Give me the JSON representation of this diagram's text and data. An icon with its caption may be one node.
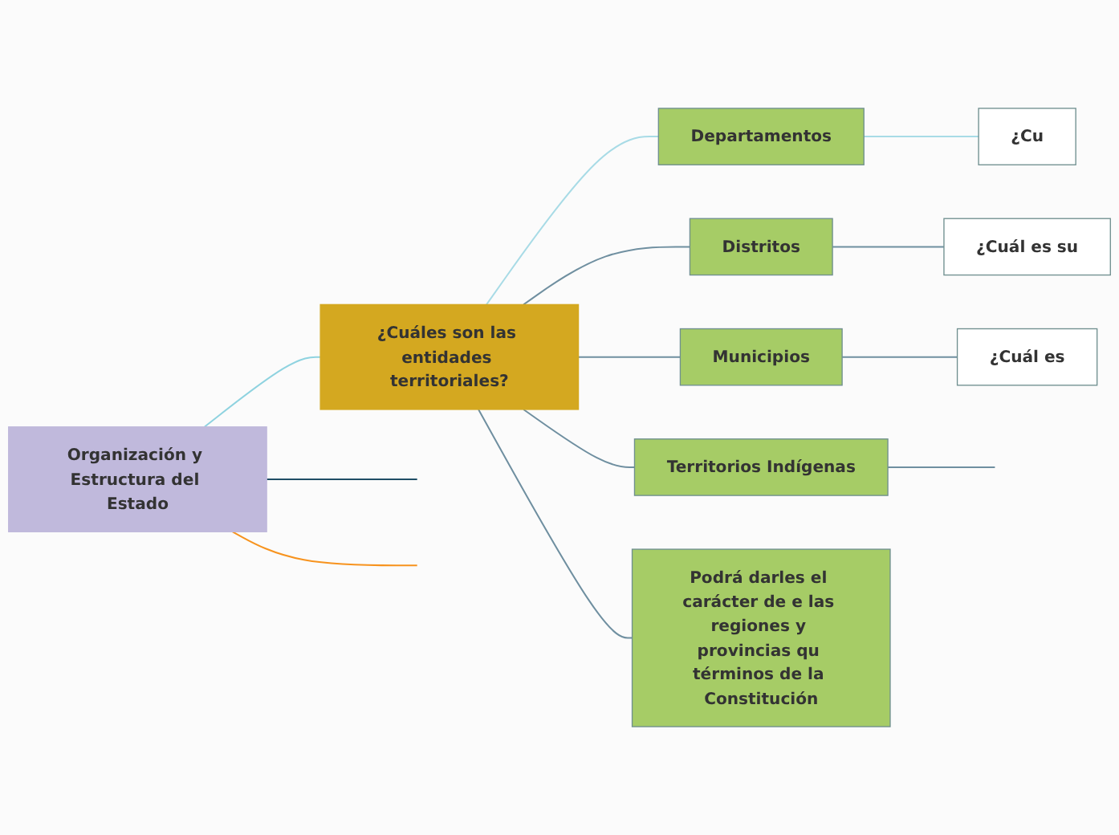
{
  "diagram": {
    "nodes": [
      {
        "text": [
          "Organización y Estructura del Estado"
        ]
      },
      {
        "text": [
          "¿Cuáles son las entidades territoriales?"
        ]
      },
      {
        "text": [
          "Departamentos"
        ]
      },
      {
        "text": [
          "¿Cu"
        ]
      },
      {
        "text": [
          "Distritos"
        ]
      },
      {
        "text": [
          "¿Cuál es su"
        ]
      },
      {
        "text": [
          "Municipios"
        ]
      },
      {
        "text": [
          "¿Cuál es"
        ]
      },
      {
        "text": [
          "Territorios Indígenas"
        ]
      },
      {
        "text": [
          "Podrá darles el carácter de e las regiones y provincias qu términos de la Constitución"
        ]
      }
    ],
    "edges": [
      {
        "from": 0,
        "to": null,
        "arrow": "none",
        "color": "#1f4e66"
      },
      {
        "from": 0,
        "to": 1,
        "arrow": "none",
        "color": "#8fd3e0"
      },
      {
        "from": 0,
        "to": null,
        "arrow": "none",
        "color": "#f7931e"
      },
      {
        "from": 1,
        "to": 2,
        "arrow": "none",
        "color": "#a8dbe6"
      },
      {
        "from": 1,
        "to": 4,
        "arrow": "none"
      },
      {
        "from": 1,
        "to": 6,
        "arrow": "none"
      },
      {
        "from": 1,
        "to": 8,
        "arrow": "none"
      },
      {
        "from": 1,
        "to": 9,
        "arrow": "none"
      },
      {
        "from": 2,
        "to": 3,
        "arrow": "none",
        "color": "#a8dbe6"
      },
      {
        "from": 4,
        "to": 5,
        "arrow": "none"
      },
      {
        "from": 6,
        "to": 7,
        "arrow": "none"
      },
      {
        "from": 8,
        "to": null,
        "arrow": "none"
      }
    ]
  }
}
